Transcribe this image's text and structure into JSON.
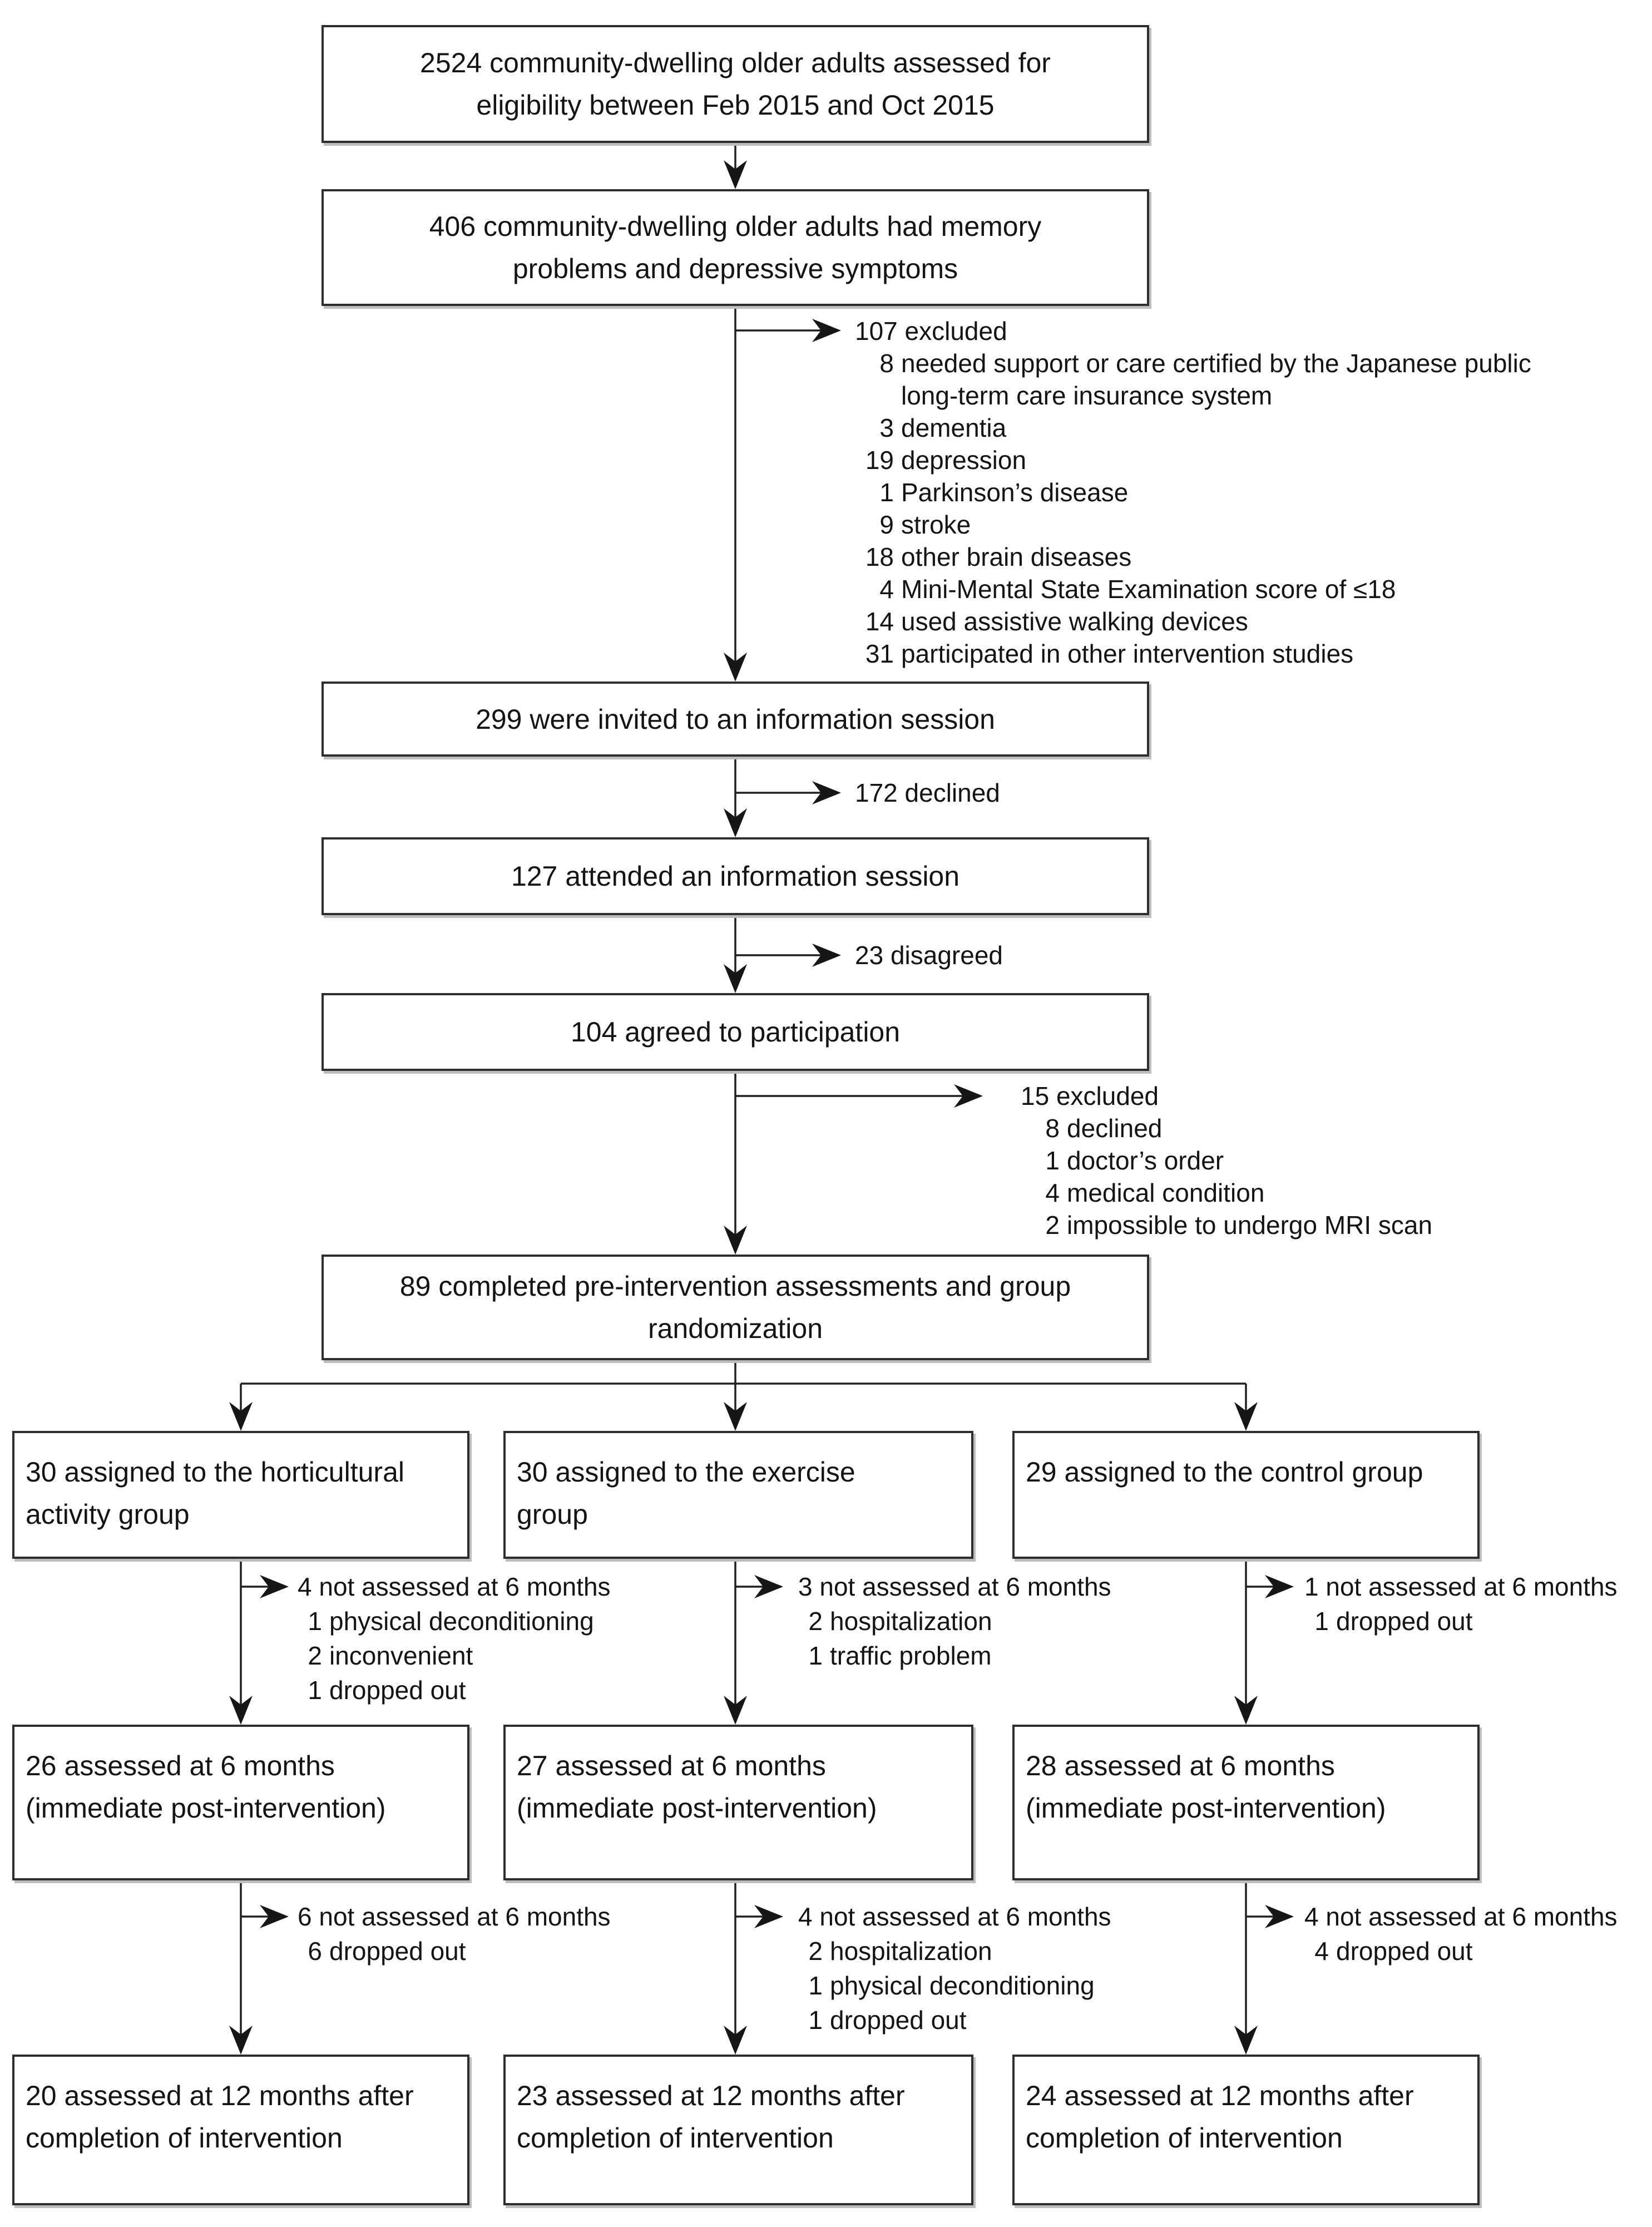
{
  "diagram_type": "participant-flow-diagram",
  "boxes": {
    "eligibility": "2524 community-dwelling older adults assessed for eligibility between Feb 2015 and Oct 2015",
    "memory_problems": "406 community-dwelling older adults had memory problems and depressive symptoms",
    "invited": "299 were invited to an information session",
    "attended": "127 attended an information session",
    "agreed": "104 agreed to participation",
    "randomized": "89 completed pre-intervention assessments and group randomization",
    "group_horticultural": "30 assigned to the horticultural activity group",
    "group_exercise": "30 assigned to the exercise group",
    "group_control": "29 assigned to the control group",
    "m6_horticultural": "26 assessed at 6 months (immediate post-intervention)",
    "m6_exercise": "27 assessed at 6 months (immediate post-intervention)",
    "m6_control": "28 assessed at 6 months (immediate post-intervention)",
    "m12_horticultural": "20 assessed at 12 months after completion of intervention",
    "m12_exercise": "23 assessed at 12 months after completion of intervention",
    "m12_control": "24 assessed at 12 months after completion of intervention"
  },
  "branches": {
    "excluded107": {
      "title": "107 excluded",
      "items": [
        {
          "n": "8",
          "label": "needed support or care certified by the Japanese public long-term care insurance system"
        },
        {
          "n": "3",
          "label": "dementia"
        },
        {
          "n": "19",
          "label": "depression"
        },
        {
          "n": "1",
          "label": "Parkinson’s disease"
        },
        {
          "n": "9",
          "label": "stroke"
        },
        {
          "n": "18",
          "label": "other brain diseases"
        },
        {
          "n": "4",
          "label": "Mini-Mental State Examination score of ≤18"
        },
        {
          "n": "14",
          "label": "used assistive walking devices"
        },
        {
          "n": "31",
          "label": "participated in other intervention studies"
        }
      ]
    },
    "declined172": {
      "title": "172 declined",
      "items": []
    },
    "disagreed23": {
      "title": "23 disagreed",
      "items": []
    },
    "excluded15": {
      "title": "15 excluded",
      "items": [
        {
          "n": "8",
          "label": "declined"
        },
        {
          "n": "1",
          "label": "doctor’s order"
        },
        {
          "n": "4",
          "label": "medical condition"
        },
        {
          "n": "2",
          "label": "impossible to undergo MRI scan"
        }
      ]
    },
    "drop6m_horticultural": {
      "title": "4 not assessed at 6 months",
      "items": [
        {
          "n": "1",
          "label": "physical deconditioning"
        },
        {
          "n": "2",
          "label": "inconvenient"
        },
        {
          "n": "1",
          "label": "dropped out"
        }
      ]
    },
    "drop6m_exercise": {
      "title": "3 not assessed at 6 months",
      "items": [
        {
          "n": "2",
          "label": "hospitalization"
        },
        {
          "n": "1",
          "label": "traffic problem"
        }
      ]
    },
    "drop6m_control": {
      "title": "1 not assessed at 6 months",
      "items": [
        {
          "n": "1",
          "label": "dropped out"
        }
      ]
    },
    "drop12m_horticultural": {
      "title": "6 not assessed at 6 months",
      "items": [
        {
          "n": "6",
          "label": "dropped out"
        }
      ]
    },
    "drop12m_exercise": {
      "title": "4 not assessed at 6 months",
      "items": [
        {
          "n": "2",
          "label": "hospitalization"
        },
        {
          "n": "1",
          "label": "physical deconditioning"
        },
        {
          "n": "1",
          "label": "dropped out"
        }
      ]
    },
    "drop12m_control": {
      "title": "4 not assessed at 6 months",
      "items": [
        {
          "n": "4",
          "label": "dropped out"
        }
      ]
    }
  },
  "colors": {
    "line": "#1f1f1f",
    "box_border": "#2e2e2e",
    "box_background": "#ffffff",
    "text": "#141414",
    "shadow": "#bdbdbd"
  }
}
